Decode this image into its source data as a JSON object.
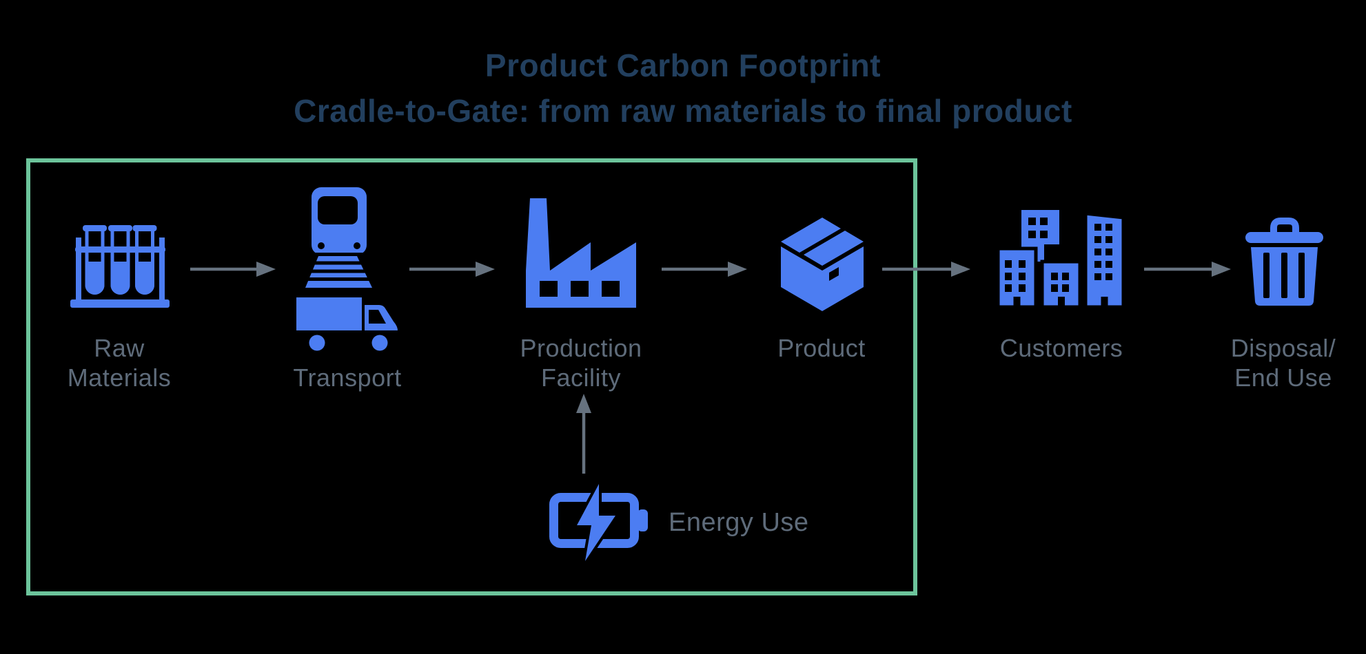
{
  "title": {
    "line1": "Product Carbon Footprint",
    "line2": "Cradle-to-Gate: from raw materials to final product"
  },
  "colors": {
    "background": "#000000",
    "title_navy": "#223f5e",
    "label_slate": "#5e6b7a",
    "icon_blue": "#4c7df2",
    "arrow_gray": "#66727f",
    "gate_green": "#6cc49b"
  },
  "stages": [
    {
      "id": "raw-materials",
      "label_line1": "Raw",
      "label_line2": "Materials",
      "icon": "test-tubes-icon",
      "inside_boundary": true
    },
    {
      "id": "transport",
      "label_line1": "Transport",
      "icon": "train-truck-icon",
      "inside_boundary": true
    },
    {
      "id": "production-facility",
      "label_line1": "Production",
      "label_line2": "Facility",
      "icon": "factory-icon",
      "inside_boundary": true
    },
    {
      "id": "product",
      "label_line1": "Product",
      "icon": "package-box-icon",
      "inside_boundary": true
    },
    {
      "id": "customers",
      "label_line1": "Customers",
      "icon": "buildings-icon",
      "inside_boundary": false
    },
    {
      "id": "disposal-end-use",
      "label_line1": "Disposal/",
      "label_line2": "End Use",
      "icon": "trash-can-icon",
      "inside_boundary": false
    }
  ],
  "inputs": [
    {
      "id": "energy-use",
      "label": "Energy Use",
      "icon": "battery-energy-icon",
      "feeds": "production-facility"
    }
  ]
}
